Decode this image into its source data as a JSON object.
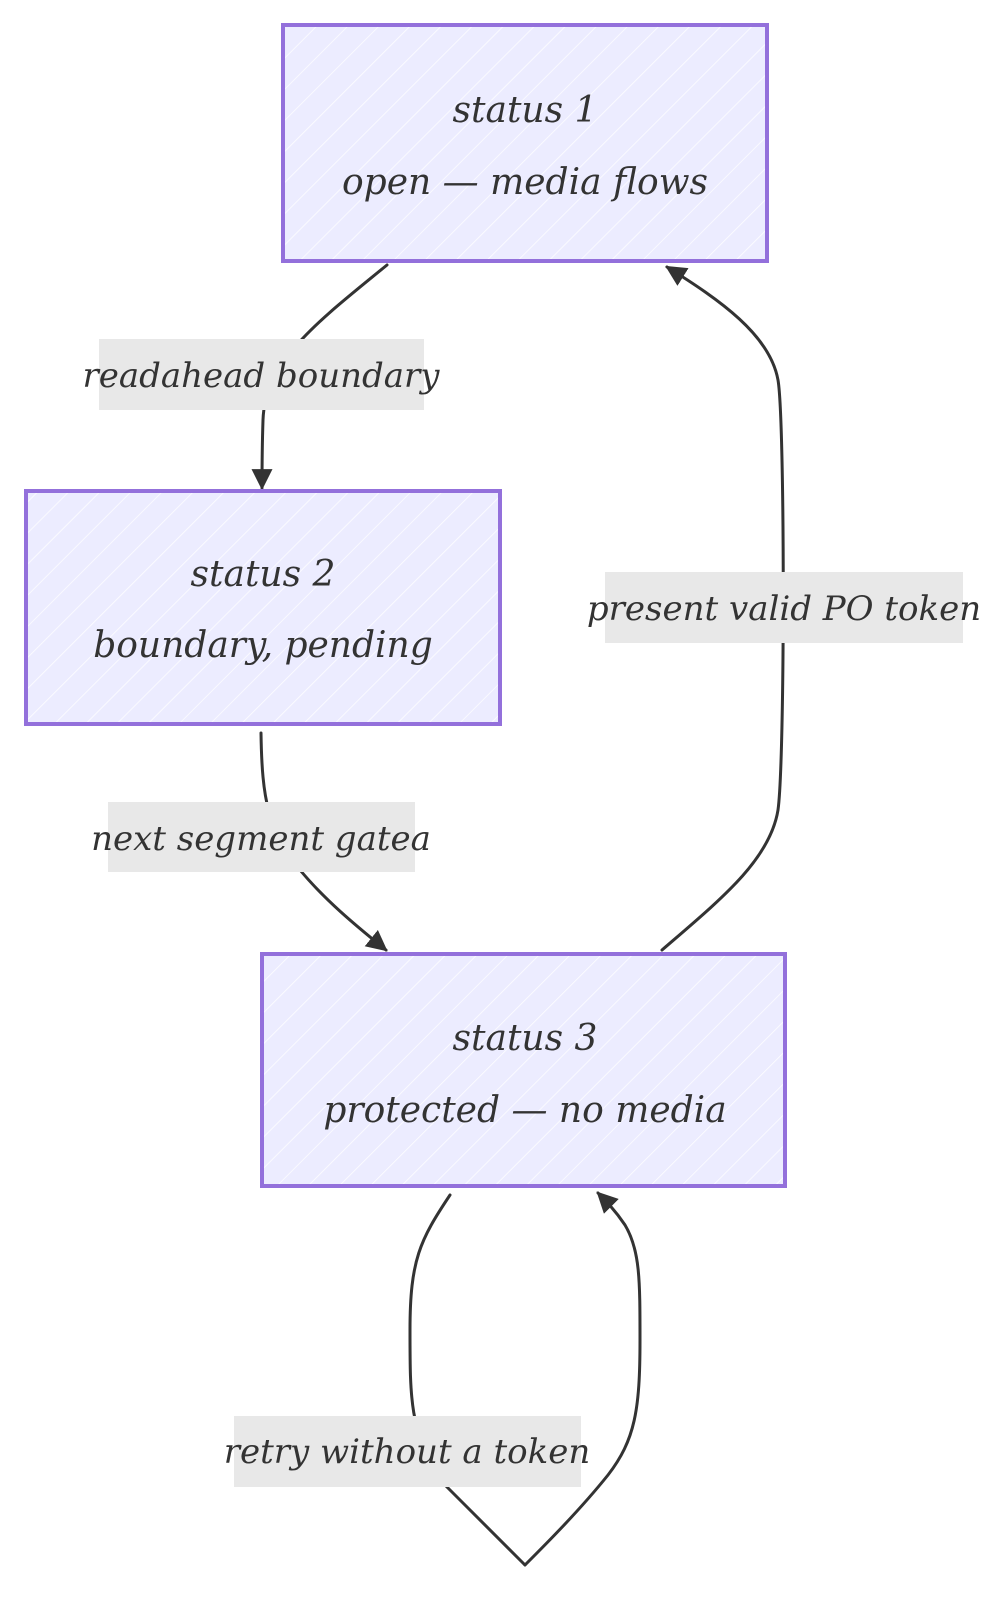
{
  "diagram": {
    "nodes": [
      {
        "id": "s1",
        "line1": "status 1",
        "line2": "open — media flows"
      },
      {
        "id": "s2",
        "line1": "status 2",
        "line2": "boundary, pending"
      },
      {
        "id": "s3",
        "line1": "status 3",
        "line2": "protected — no media"
      }
    ],
    "edges": [
      {
        "from": "s1",
        "to": "s2",
        "label": "readahead boundary"
      },
      {
        "from": "s2",
        "to": "s3",
        "label": "next segment gatea"
      },
      {
        "from": "s3",
        "to": "s1",
        "label": "present valid PO token"
      },
      {
        "from": "s3",
        "to": "s3",
        "label": "retry without a token"
      }
    ],
    "colors": {
      "node_fill": "#ECECFF",
      "node_stroke": "#9370DB",
      "edge": "#333333",
      "label_background": "#E8E8E8"
    }
  }
}
